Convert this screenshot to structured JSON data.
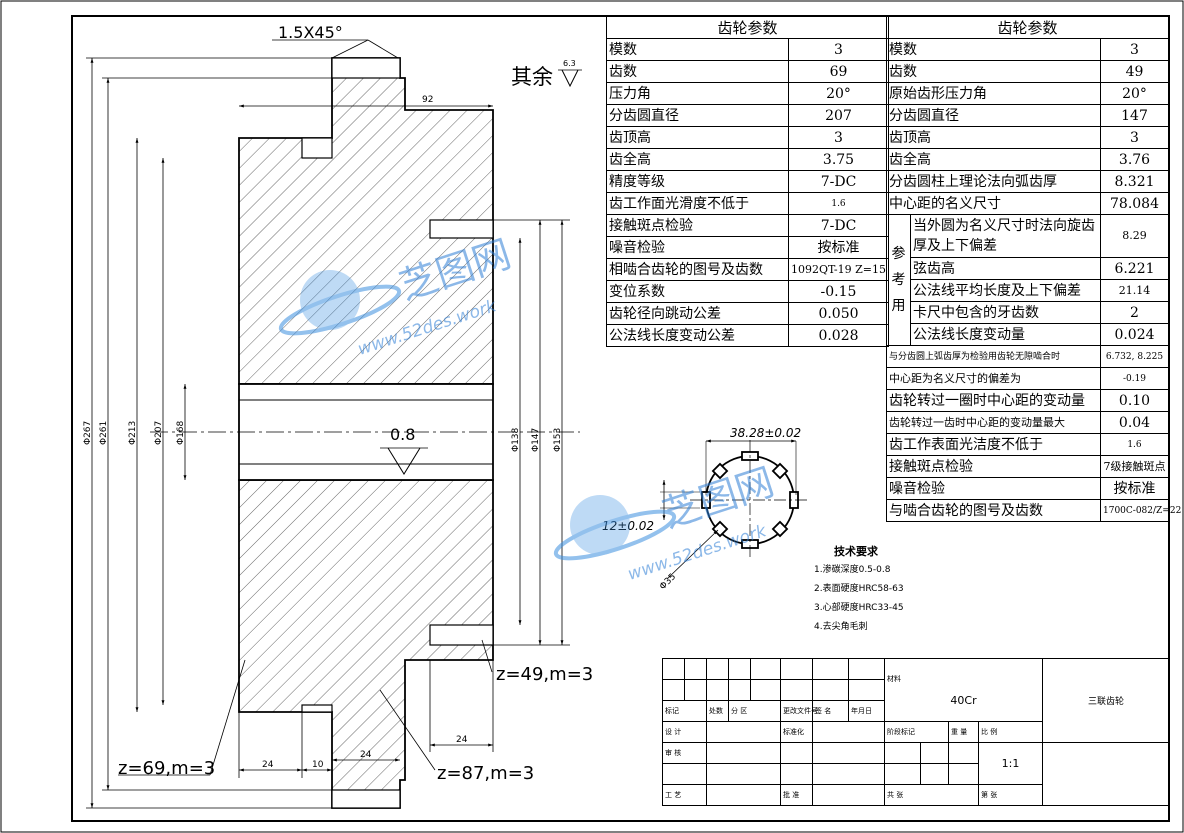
{
  "drawing": {
    "chamfer": "1.5X45°",
    "rest_roughness_label": "其余",
    "rest_roughness_value": "6.3",
    "bore_roughness": "0.8",
    "dims": {
      "d267": "Φ267",
      "d261": "Φ261",
      "d213": "Φ213",
      "d207": "Φ207",
      "d168": "Φ168",
      "d138": "Φ138",
      "d147": "Φ147",
      "d153": "Φ153",
      "w92": "92",
      "w24a": "24",
      "w10": "10",
      "w24b": "24",
      "w24c": "24"
    },
    "gear_labels": {
      "g69": "z=69,m=3",
      "g87": "z=87,m=3",
      "g49": "z=49,m=3"
    },
    "spline": {
      "width_dim": "38.28±0.02",
      "key_dim": "12±0.02",
      "dia": "Φ35"
    }
  },
  "watermark": {
    "brand": "芝图网",
    "url": "www.52des.work"
  },
  "gear_table_1": {
    "title": "齿轮参数",
    "rows": [
      [
        "模数",
        "3"
      ],
      [
        "齿数",
        "69"
      ],
      [
        "压力角",
        "20°"
      ],
      [
        "分齿圆直径",
        "207"
      ],
      [
        "齿顶高",
        "3"
      ],
      [
        "齿全高",
        "3.75"
      ],
      [
        "精度等级",
        "7-DC"
      ],
      [
        "齿工作面光滑度不低于",
        "1.6"
      ],
      [
        "接触斑点检验",
        "7-DC"
      ],
      [
        "噪音检验",
        "按标准"
      ],
      [
        "相啮合齿轮的图号及齿数",
        "1092QT-19 Z=15"
      ],
      [
        "变位系数",
        "-0.15"
      ],
      [
        "齿轮径向跳动公差",
        "0.050"
      ],
      [
        "公法线长度变动公差",
        "0.028"
      ]
    ]
  },
  "gear_table_2": {
    "title": "齿轮参数",
    "rows_a": [
      [
        "模数",
        "3"
      ],
      [
        "齿数",
        "49"
      ],
      [
        "原始齿形压力角",
        "20°"
      ],
      [
        "分齿圆直径",
        "147"
      ],
      [
        "齿顶高",
        "3"
      ],
      [
        "齿全高",
        "3.76"
      ],
      [
        "分齿圆柱上理论法向弧齿厚",
        "8.321"
      ],
      [
        "中心距的名义尺寸",
        "78.084"
      ]
    ],
    "ref_label": "参考用",
    "rows_ref": [
      [
        "当外圆为名义尺寸时法向旋齿厚及上下偏差",
        "8.29"
      ],
      [
        "弦齿高",
        "6.221"
      ],
      [
        "公法线平均长度及上下偏差",
        "21.14"
      ],
      [
        "卡尺中包含的牙齿数",
        "2"
      ],
      [
        "公法线长度变动量",
        "0.024"
      ]
    ],
    "rows_b": [
      [
        "与分齿圆上弧齿厚为检验用齿轮无隙啮合时",
        "6.732, 8.225"
      ],
      [
        "中心距为名义尺寸的偏差为",
        "-0.19"
      ],
      [
        "齿轮转过一圈时中心距的变动量",
        "0.10"
      ],
      [
        "齿轮转过一齿时中心距的变动量最大",
        "0.04"
      ],
      [
        "齿工作表面光洁度不低于",
        "1.6"
      ],
      [
        "接触斑点检验",
        "7级接触斑点"
      ],
      [
        "噪音检验",
        "按标准"
      ],
      [
        "与啮合齿轮的图号及齿数",
        "1700C-082/Z=22"
      ]
    ]
  },
  "tech_req": {
    "title": "技术要求",
    "items": [
      "1.渗碳深度0.5-0.8",
      "2.表面硬度HRC58-63",
      "3.心部硬度HRC33-45",
      "4.去尖角毛刺"
    ]
  },
  "title_block": {
    "material_label": "材料",
    "material": "40Cr",
    "part_name": "三联齿轮",
    "scale": "1:1",
    "labels": {
      "mark": "标记",
      "count": "处数",
      "zone": "分 区",
      "docno": "更改文件号",
      "sign": "签 名",
      "date": "年月日",
      "design": "设 计",
      "standard": "标准化",
      "check": "审 核",
      "process": "工 艺",
      "approve": "批 准",
      "stage_mark": "阶段标记",
      "weight": "重 量",
      "ratio": "比 例",
      "sheets": "共  张",
      "sheet": "第  张"
    }
  }
}
